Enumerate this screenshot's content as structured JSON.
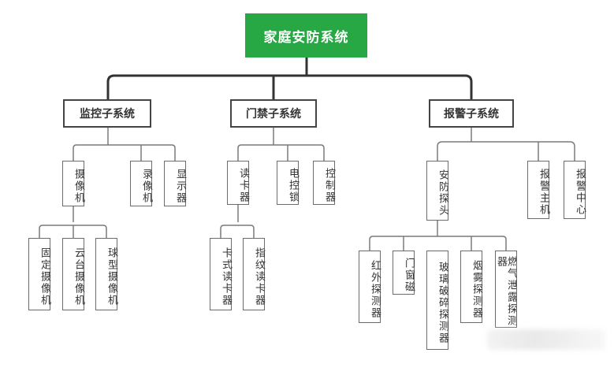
{
  "colors": {
    "root_bg": "#27a845",
    "line": "#333333",
    "thin_line": "#7a7a7a"
  },
  "root": {
    "label": "家庭安防系统"
  },
  "subsystems": [
    {
      "label": "监控子系统",
      "children": [
        {
          "label": "摄像机",
          "children": [
            "固定摄像机",
            "云台摄像机",
            "球型摄像机"
          ]
        },
        {
          "label": "录像机"
        },
        {
          "label": "显示器"
        }
      ]
    },
    {
      "label": "门禁子系统",
      "children": [
        {
          "label": "读卡器",
          "children": [
            "卡式读卡器",
            "指纹读卡器"
          ]
        },
        {
          "label": "电控锁"
        },
        {
          "label": "控制器"
        }
      ]
    },
    {
      "label": "报警子系统",
      "children": [
        {
          "label": "安防探头",
          "children": [
            "红外探测器",
            "门窗磁",
            "玻璃破碎探测器",
            "烟雾探测器",
            "燃气泄露探测器"
          ]
        },
        {
          "label": "报警主机"
        },
        {
          "label": "报警中心"
        }
      ]
    }
  ]
}
